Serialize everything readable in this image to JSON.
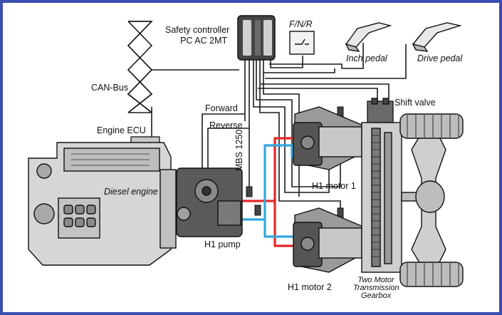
{
  "labels": {
    "safety_controller_line1": "Safety controller",
    "safety_controller_line2": "PC AC 2MT",
    "fnr": "F/N/R",
    "inch_pedal": "Inch pedal",
    "drive_pedal": "Drive pedal",
    "can_bus": "CAN-Bus",
    "forward": "Forward",
    "reverse": "Reverse",
    "shift_valve": "Shift valve",
    "engine_ecu": "Engine ECU",
    "diesel_engine": "Diesel engine",
    "mbs": "MBS 1250",
    "h1_motor_1": "H1 motor 1",
    "h1_pump": "H1 pump",
    "h1_motor_2": "H1 motor 2",
    "gearbox_line1": "Two Motor",
    "gearbox_line2": "Transmission",
    "gearbox_line3": "Gearbox"
  },
  "colors": {
    "frame": "#3b4fb0",
    "hydraulic_pressure": "#e5282a",
    "hydraulic_return": "#31a6e0",
    "wire": "#1a1a1a",
    "component_fill": "#d8d8d8",
    "component_dark": "#3a3a3a"
  }
}
